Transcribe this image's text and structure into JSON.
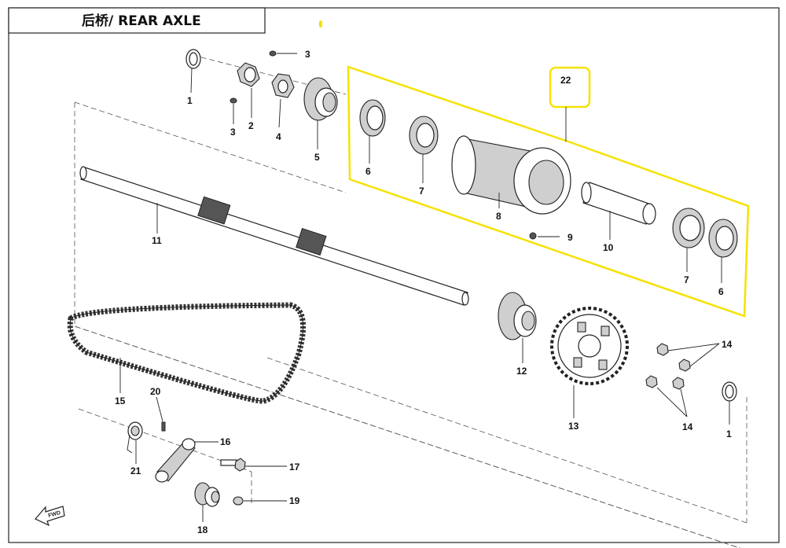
{
  "title": "后桥/ REAR AXLE",
  "highlight_color": "#f5e200",
  "callouts": {
    "c1a": "1",
    "c2": "2",
    "c3a": "3",
    "c3b": "3",
    "c4": "4",
    "c5": "5",
    "c6a": "6",
    "c6b": "6",
    "c7a": "7",
    "c7b": "7",
    "c8": "8",
    "c9": "9",
    "c10": "10",
    "c11": "11",
    "c12": "12",
    "c13": "13",
    "c14a": "14",
    "c14b": "14",
    "c15": "15",
    "c16": "16",
    "c17": "17",
    "c18": "18",
    "c19": "19",
    "c20": "20",
    "c21": "21",
    "c22": "22",
    "c1b": "1"
  },
  "fwd_icon": "fwd-arrow-icon"
}
